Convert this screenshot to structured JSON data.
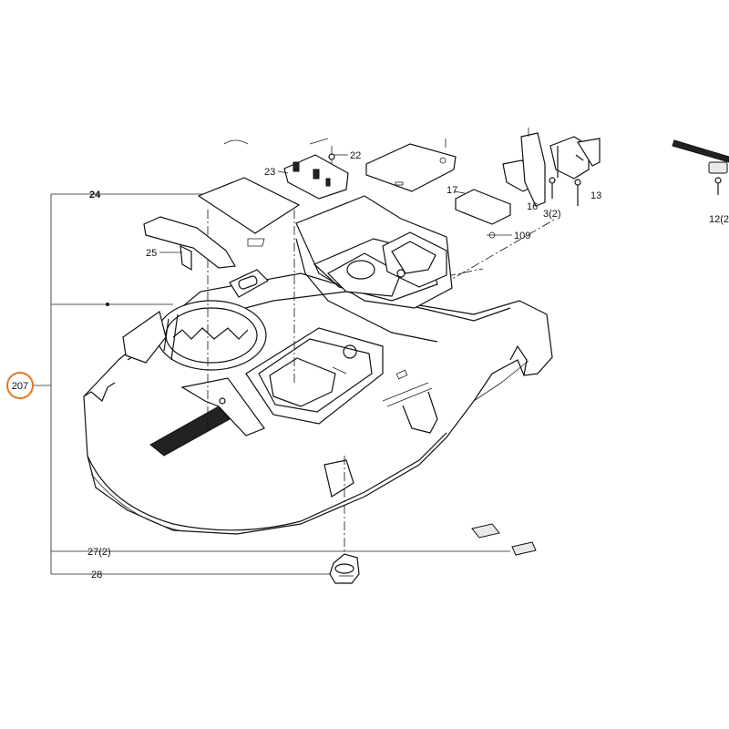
{
  "callouts": {
    "c207": "207",
    "c24": "24",
    "c25": "25",
    "c23": "23",
    "c22": "22",
    "c17": "17",
    "c109": "109",
    "c16": "16",
    "c3": "3(2)",
    "c13": "13",
    "c12": "12(2",
    "c27": "27(2)",
    "c28": "28"
  },
  "colors": {
    "highlight_circle": "#e87722",
    "line": "#111111"
  }
}
